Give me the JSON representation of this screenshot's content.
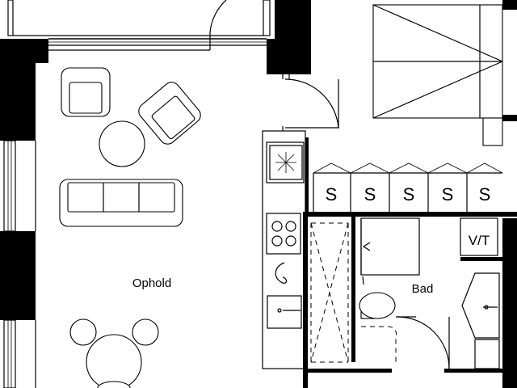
{
  "rooms": {
    "living": "Ophold",
    "bath": "Bad"
  },
  "storage_label": "S",
  "storage_count": 5,
  "laundry_label": "V/T",
  "colors": {
    "wall": "#000000",
    "background": "#ffffff",
    "line": "#000000"
  },
  "icons": [
    "door-swing-icon",
    "sofa-icon",
    "armchair-icon",
    "round-table-icon",
    "chair-icon",
    "bed-icon",
    "stove-icon",
    "sink-icon",
    "toilet-icon",
    "shower-icon",
    "extractor-fan-icon",
    "washbasin-icon"
  ]
}
